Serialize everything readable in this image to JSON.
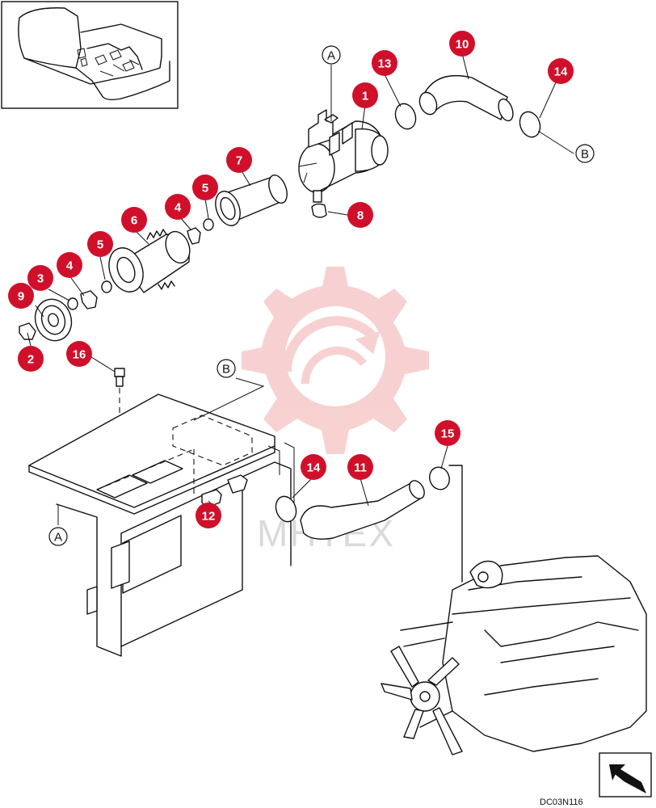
{
  "diagram": {
    "drawing_code": "DC03N116",
    "watermark_text": "MHTEX",
    "reference_letters": {
      "A_top": "A",
      "A_bottom": "A",
      "B_right": "B",
      "B_center": "B"
    },
    "callouts": [
      {
        "key": "c1",
        "label": "1"
      },
      {
        "key": "c2",
        "label": "2"
      },
      {
        "key": "c3",
        "label": "3"
      },
      {
        "key": "c4a",
        "label": "4"
      },
      {
        "key": "c4b",
        "label": "4"
      },
      {
        "key": "c5a",
        "label": "5"
      },
      {
        "key": "c5b",
        "label": "5"
      },
      {
        "key": "c6",
        "label": "6"
      },
      {
        "key": "c7",
        "label": "7"
      },
      {
        "key": "c8",
        "label": "8"
      },
      {
        "key": "c9",
        "label": "9"
      },
      {
        "key": "c10",
        "label": "10"
      },
      {
        "key": "c11",
        "label": "11"
      },
      {
        "key": "c12",
        "label": "12"
      },
      {
        "key": "c13",
        "label": "13"
      },
      {
        "key": "c14a",
        "label": "14"
      },
      {
        "key": "c14b",
        "label": "14"
      },
      {
        "key": "c15",
        "label": "15"
      },
      {
        "key": "c16",
        "label": "16"
      }
    ],
    "colors": {
      "callout": "#d0102a",
      "watermark": "#f2b8b8",
      "line": "#111111"
    }
  }
}
